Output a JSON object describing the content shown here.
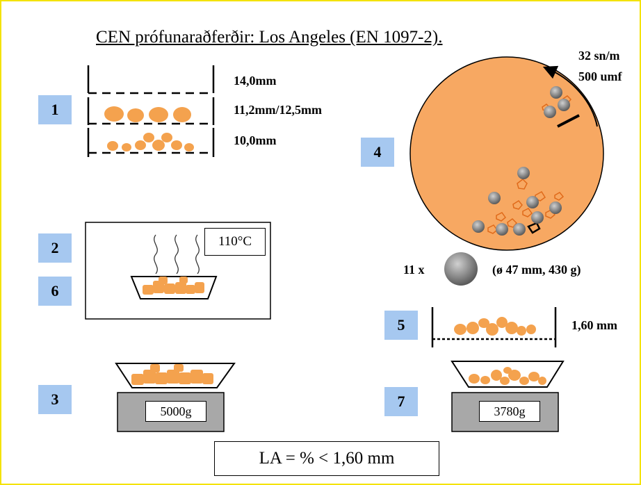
{
  "title": "CEN prófunaraðferðir: Los Angeles (EN 1097-2).",
  "steps": [
    "1",
    "2",
    "6",
    "3",
    "4",
    "5",
    "7"
  ],
  "sieves": {
    "top": "14,0mm",
    "middle": "11,2mm/12,5mm",
    "bottom": "10,0mm"
  },
  "oven": {
    "temperature": "110°C"
  },
  "scale_left": {
    "reading": "5000g"
  },
  "drum": {
    "speed": "32 sn/m",
    "revolutions": "500 umf",
    "balls_count": "11 x",
    "ball_spec": "(ø 47 mm, 430 g)"
  },
  "sieve_final": {
    "size": "1,60 mm"
  },
  "scale_right": {
    "reading": "3780g"
  },
  "formula": "LA = % < 1,60 mm",
  "colors": {
    "aggregate": "#f4a24e",
    "drum": "#f7a862",
    "step_box": "#a6c8f0",
    "scale_body": "#a8a8a8",
    "border": "#f4e200"
  }
}
